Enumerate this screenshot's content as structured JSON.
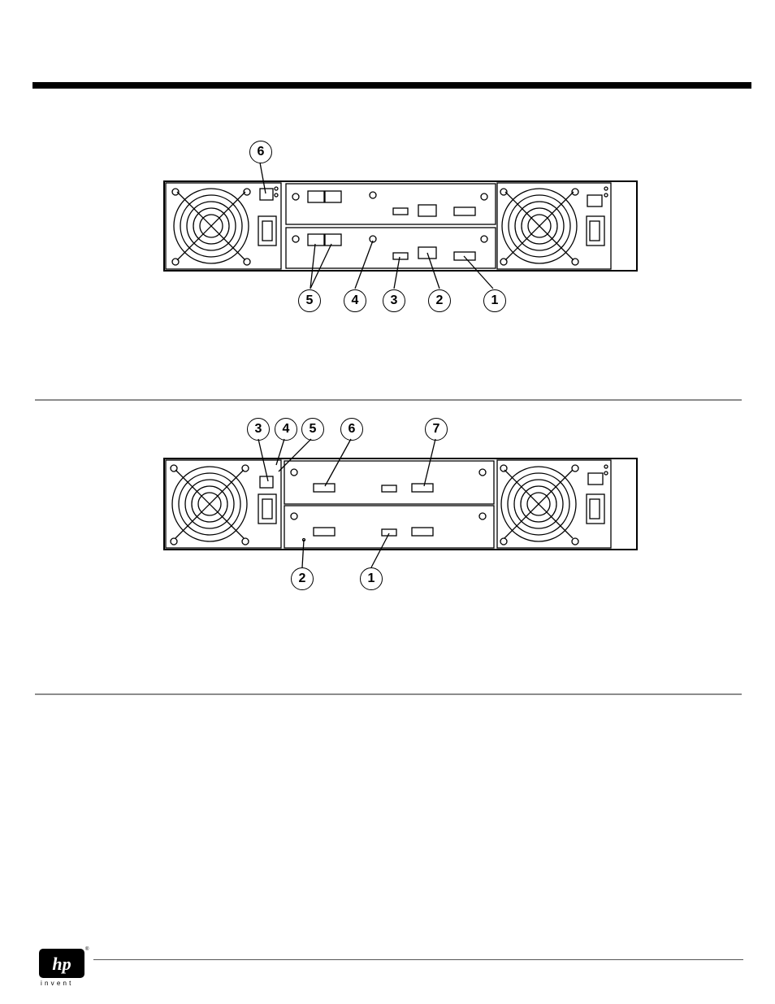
{
  "figure1": {
    "callouts": [
      "6",
      "5",
      "4",
      "3",
      "2",
      "1"
    ]
  },
  "figure2": {
    "callouts": [
      "3",
      "4",
      "5",
      "6",
      "7",
      "2",
      "1"
    ]
  },
  "footer": {
    "logo_tagline": "invent",
    "logo_mark": "hp",
    "registered": "®"
  },
  "colors": {
    "ink": "#000000",
    "rule": "#8c8c8c"
  }
}
